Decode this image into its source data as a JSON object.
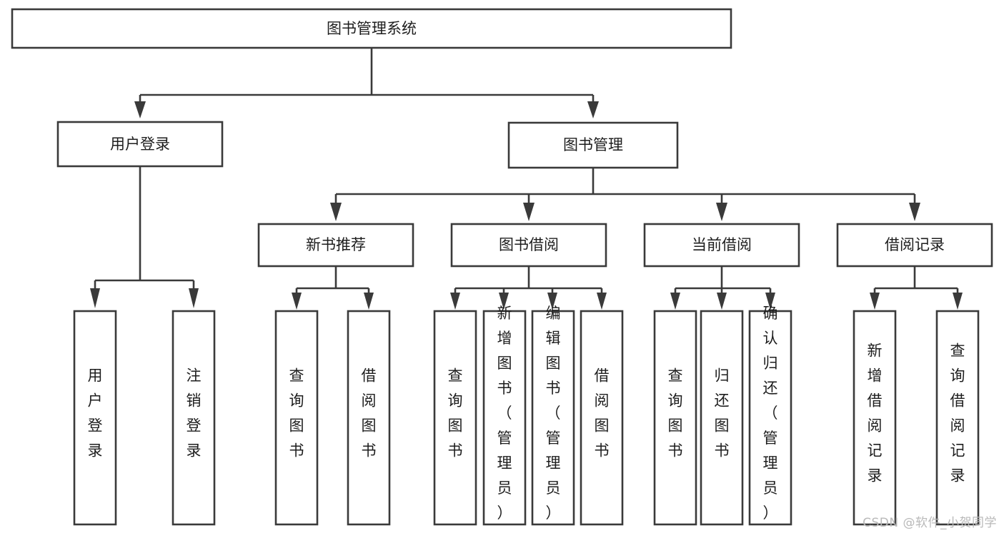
{
  "diagram": {
    "type": "tree",
    "title": "图书管理系统",
    "orientation": "top-down",
    "edge_style": "orthogonal-arrow",
    "colors": {
      "box_fill": "#ffffff",
      "box_stroke": "#3a3a3a",
      "text": "#1d1d1d",
      "background": "#ffffff",
      "watermark": "#b9b9b9"
    },
    "root": {
      "id": "root",
      "label": "图书管理系统"
    },
    "level2": [
      {
        "id": "user-login",
        "label": "用户登录"
      },
      {
        "id": "book-management",
        "label": "图书管理"
      }
    ],
    "level3": [
      {
        "id": "new-book-recommend",
        "label": "新书推荐",
        "parent": "book-management"
      },
      {
        "id": "book-borrow",
        "label": "图书借阅",
        "parent": "book-management"
      },
      {
        "id": "current-borrow",
        "label": "当前借阅",
        "parent": "book-management"
      },
      {
        "id": "borrow-record",
        "label": "借阅记录",
        "parent": "book-management"
      }
    ],
    "leaves": [
      {
        "id": "leaf-user-login",
        "label": "用户登录",
        "parent": "user-login"
      },
      {
        "id": "leaf-user-logout",
        "label": "注销登录",
        "parent": "user-login"
      },
      {
        "id": "leaf-query-book-recommend",
        "label": "查询图书",
        "parent": "new-book-recommend"
      },
      {
        "id": "leaf-borrow-book-recommend",
        "label": "借阅图书",
        "parent": "new-book-recommend"
      },
      {
        "id": "leaf-query-book-borrow",
        "label": "查询图书",
        "parent": "book-borrow"
      },
      {
        "id": "leaf-add-book",
        "label": "新增图书（管理员）",
        "parent": "book-borrow"
      },
      {
        "id": "leaf-edit-book",
        "label": "编辑图书（管理员）",
        "parent": "book-borrow"
      },
      {
        "id": "leaf-borrow-book",
        "label": "借阅图书",
        "parent": "book-borrow"
      },
      {
        "id": "leaf-query-book-current",
        "label": "查询图书",
        "parent": "current-borrow"
      },
      {
        "id": "leaf-return-book",
        "label": "归还图书",
        "parent": "current-borrow"
      },
      {
        "id": "leaf-confirm-return",
        "label": "确认归还（管理员）",
        "parent": "current-borrow"
      },
      {
        "id": "leaf-add-borrow-record",
        "label": "新增借阅记录",
        "parent": "borrow-record"
      },
      {
        "id": "leaf-query-borrow-record",
        "label": "查询借阅记录",
        "parent": "borrow-record"
      }
    ]
  },
  "watermark": {
    "text": "CSDN @软件_小贺同学"
  }
}
